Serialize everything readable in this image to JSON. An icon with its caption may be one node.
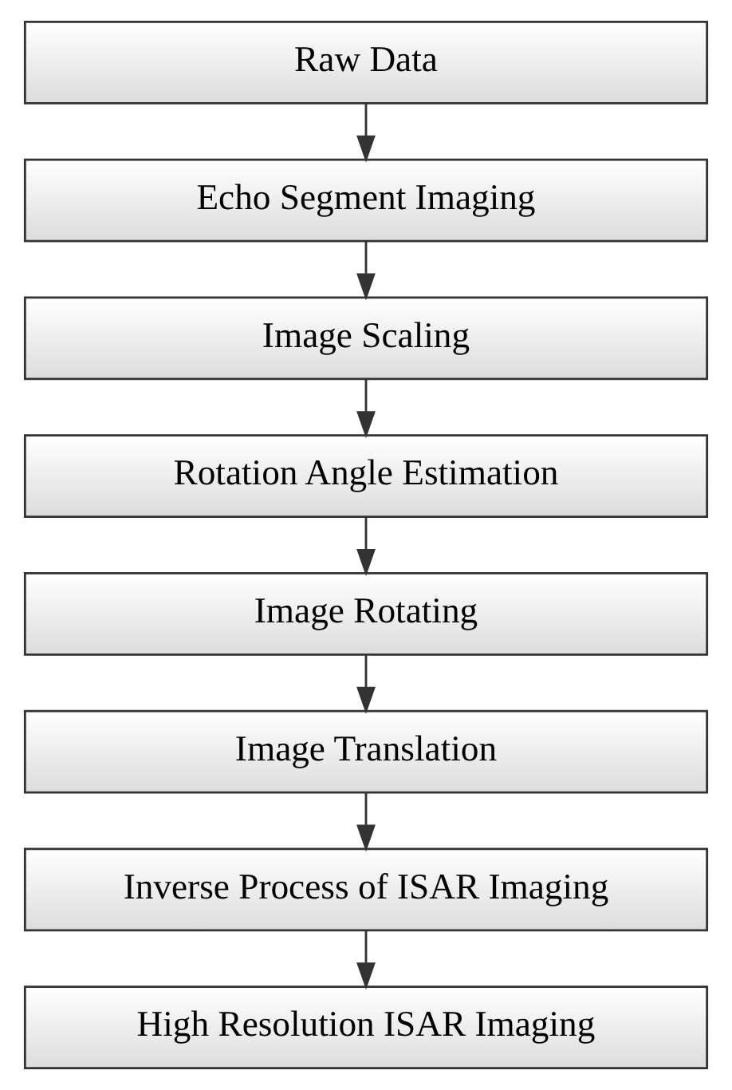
{
  "diagram": {
    "nodes": [
      {
        "text": [
          "Raw Data"
        ]
      },
      {
        "text": [
          "Echo Segment Imaging"
        ]
      },
      {
        "text": [
          "Image Scaling"
        ]
      },
      {
        "text": [
          "Rotation Angle Estimation"
        ]
      },
      {
        "text": [
          "Image Rotating"
        ]
      },
      {
        "text": [
          "Image Translation"
        ]
      },
      {
        "text": [
          "Inverse Process of ISAR Imaging"
        ]
      },
      {
        "text": [
          "High Resolution ISAR Imaging"
        ]
      }
    ],
    "edges": [
      {
        "from": 0,
        "to": 1,
        "arrow": "to"
      },
      {
        "from": 1,
        "to": 2,
        "arrow": "to"
      },
      {
        "from": 2,
        "to": 3,
        "arrow": "to"
      },
      {
        "from": 3,
        "to": 4,
        "arrow": "to"
      },
      {
        "from": 4,
        "to": 5,
        "arrow": "to"
      },
      {
        "from": 5,
        "to": 6,
        "arrow": "to"
      },
      {
        "from": 6,
        "to": 7,
        "arrow": "to"
      }
    ]
  }
}
